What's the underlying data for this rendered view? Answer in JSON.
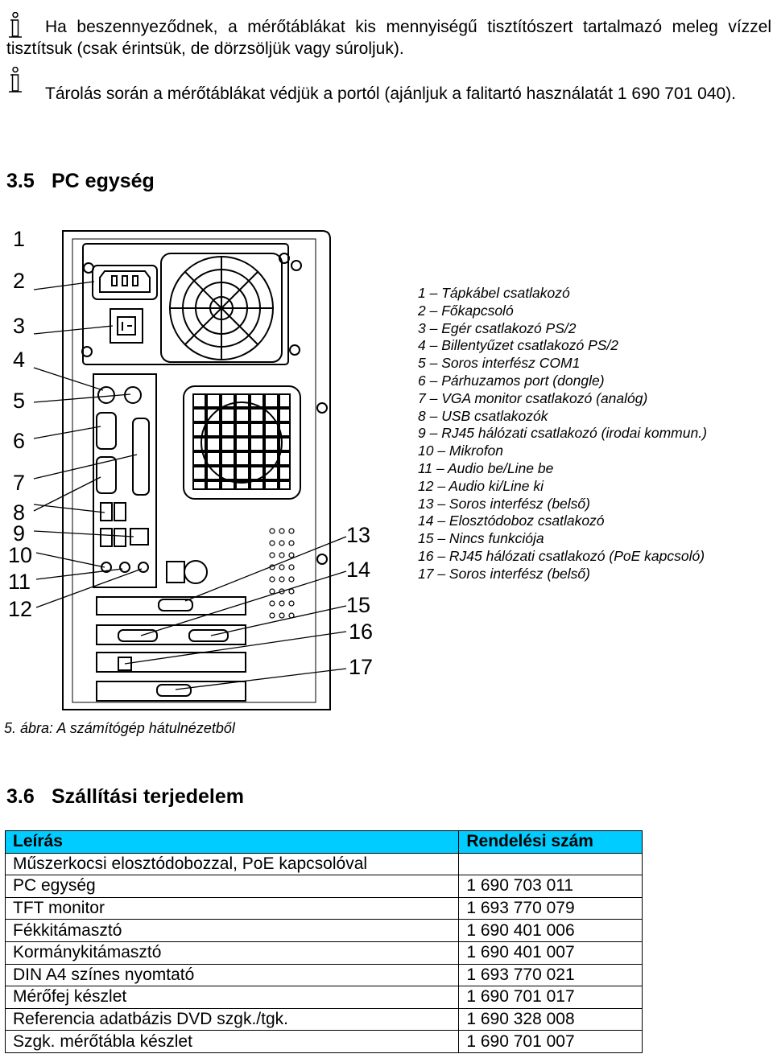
{
  "notes": [
    "Ha beszennyeződnek, a mérőtáblákat kis mennyiségű tisztítószert tartalmazó meleg vízzel tisztítsuk (csak érintsük, de dörzsöljük vagy súroljuk).",
    "Tárolás során a mérőtáblákat védjük a portól (ajánljuk a falitartó használatát 1 690 701 040)."
  ],
  "section_pc": {
    "number": "3.5",
    "title": "PC egység"
  },
  "figure": {
    "callouts": [
      "1",
      "2",
      "3",
      "4",
      "5",
      "6",
      "7",
      "8",
      "9",
      "10",
      "11",
      "12",
      "13",
      "14",
      "15",
      "16",
      "17"
    ]
  },
  "legend": [
    "1 – Tápkábel csatlakozó",
    "2 – Főkapcsoló",
    "3 – Egér csatlakozó PS/2",
    "4 – Billentyűzet csatlakozó PS/2",
    "5 – Soros interfész COM1",
    "6 – Párhuzamos port (dongle)",
    "7 – VGA monitor csatlakozó (analóg)",
    "8 – USB csatlakozók",
    "9 – RJ45 hálózati csatlakozó (irodai kommun.)",
    "10 – Mikrofon",
    "11 – Audio be/Line be",
    "12 – Audio ki/Line ki",
    "13 – Soros interfész (belső)",
    "14 – Elosztódoboz csatlakozó",
    "15 – Nincs funkciója",
    "16 – RJ45 hálózati csatlakozó (PoE kapcsoló)",
    "17 – Soros interfész (belső)"
  ],
  "caption": "5. ábra: A számítógép hátulnézetből",
  "section_scope": {
    "number": "3.6",
    "title": "Szállítási terjedelem"
  },
  "table": {
    "headers": [
      "Leírás",
      "Rendelési szám"
    ],
    "rows": [
      [
        "Műszerkocsi elosztódobozzal, PoE kapcsolóval",
        ""
      ],
      [
        "PC egység",
        "1 690 703 011"
      ],
      [
        "TFT monitor",
        "1 693 770 079"
      ],
      [
        "Fékkitámasztó",
        "1 690 401 006"
      ],
      [
        "Kormánykitámasztó",
        "1 690 401 007"
      ],
      [
        "DIN A4 színes nyomtató",
        "1 693 770 021"
      ],
      [
        "Mérőfej készlet",
        "1 690 701 017"
      ],
      [
        "Referencia adatbázis DVD szgk./tgk.",
        "1 690 328 008"
      ],
      [
        "Szgk. mérőtábla készlet",
        "1 690 701 007"
      ]
    ],
    "header_color": "#00ccff"
  }
}
